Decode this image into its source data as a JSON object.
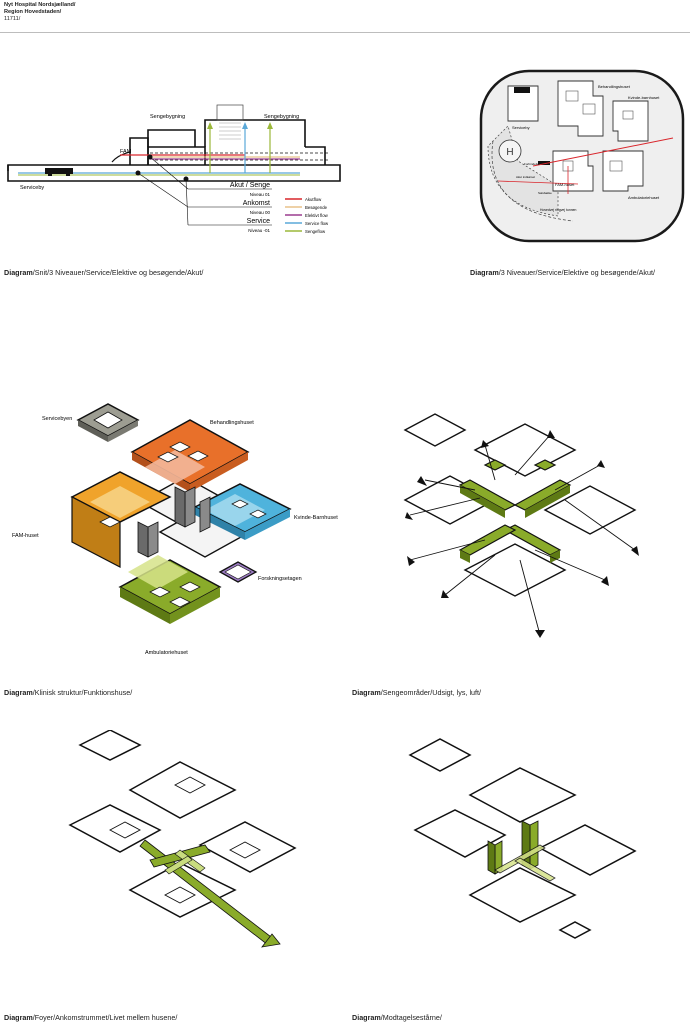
{
  "header": {
    "line1": "Nyt Hospital Nordsjælland/",
    "line2": "Region Hovedstaden/",
    "line3": "11711/"
  },
  "section": {
    "labels": {
      "sengebygning_left": "Sengebygning",
      "sengebygning_right": "Sengebygning",
      "fam": "FAM",
      "serviceby": "Serviceby",
      "akut": "Akut / Senge",
      "akut_level": "Niveau 01",
      "ankomst": "Ankomst",
      "ankomst_level": "Niveau 00",
      "service": "Service",
      "service_level": "Niveau -01"
    },
    "legend": [
      {
        "label": "Akutflow",
        "color": "#d9262c"
      },
      {
        "label": "Besøgende",
        "color": "#e8c28a"
      },
      {
        "label": "Elektivt flow",
        "color": "#9c3d8f"
      },
      {
        "label": "Service flow",
        "color": "#5aa8d8"
      },
      {
        "label": "Sengeflow",
        "color": "#9bb83a"
      }
    ]
  },
  "site": {
    "labels": {
      "behandlingshuset": "Behandlingshuset",
      "kvinde_barnehuset": "Kvinde-barnhuset",
      "serviceby": "Serviceby",
      "fam_huset": "FAM-huset",
      "ambulatoriehuset": "Ambulatoriehuset",
      "helipad": "H",
      "forbindelse": "Forbindelse",
      "akut_indkorsel": "Akut indkørsel",
      "salsbakke": "Salsbakke",
      "hovedvej": "Hovedvej ringvej tunnen"
    }
  },
  "clinical": {
    "labels": {
      "servicebyen": "Servicebyen",
      "behandlingshuset": "Behandlingshuset",
      "fam_huset": "FAM-huset",
      "kvinde_barnhuset": "Kvinde-Barnhuset",
      "forskningsetagen": "Forskningsetagen",
      "ambulatoriehuset": "Ambulatoriehuset"
    },
    "colors": {
      "behandling": "#e8702a",
      "fam": "#f0a32b",
      "kvinde": "#4fb3dc",
      "ambulatorie": "#8aab2a",
      "forskning": "#9d7cc4",
      "service": "#9d9d92",
      "core": "#7b7b7b"
    }
  },
  "captions": {
    "c1_bold": "Diagram",
    "c1_text": "/Snit/3 Niveauer/Service/Elektive og besøgende/Akut/",
    "c2_bold": "Diagram",
    "c2_text": "/3 Niveauer/Service/Elektive og besøgende/Akut/",
    "c3_bold": "Diagram",
    "c3_text": "/Klinisk struktur/Funktionshuse/",
    "c4_bold": "Diagram",
    "c4_text": "/Sengeområder/Udsigt, lys, luft/",
    "c5_bold": "Diagram",
    "c5_text": "/Foyer/Ankomstrummet/Livet mellem husene/",
    "c6_bold": "Diagram",
    "c6_text": "/Modtagelsestårne/"
  }
}
